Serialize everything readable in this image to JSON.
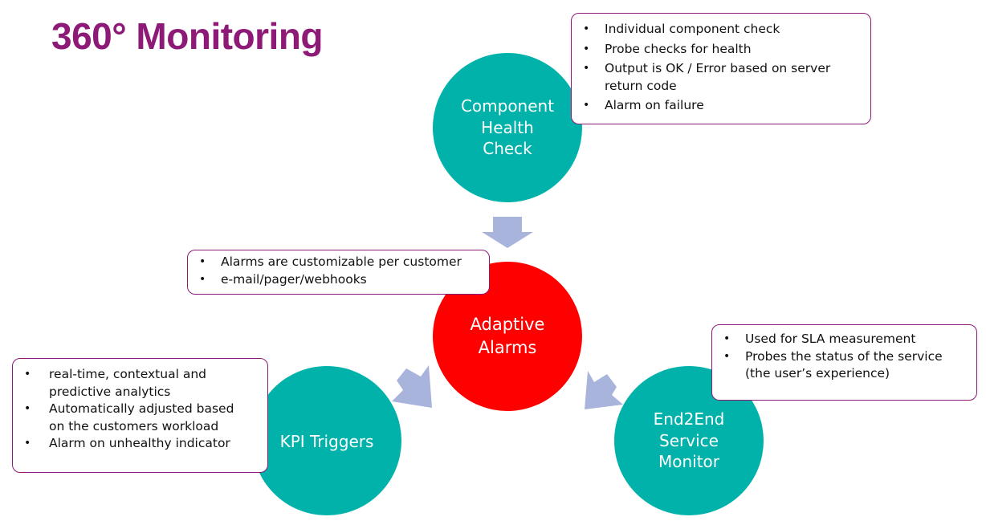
{
  "title": "360° Monitoring",
  "colors": {
    "title": "#8e1a78",
    "teal": "#00b2aa",
    "red": "#ff0000",
    "arrow": "#a9b4dc",
    "callout_border": "#8e1a78"
  },
  "nodes": {
    "component": {
      "label": "Component\nHealth\nCheck"
    },
    "adaptive": {
      "label": "Adaptive\nAlarms"
    },
    "kpi": {
      "label": "KPI Triggers"
    },
    "e2e": {
      "label": "End2End\nService\nMonitor"
    }
  },
  "callouts": {
    "component": {
      "items": [
        "Individual component check",
        "Probe checks for health",
        "Output is OK / Error based on server\nreturn code",
        "Alarm on failure"
      ]
    },
    "adaptive": {
      "items": [
        "Alarms are customizable per customer",
        "e-mail/pager/webhooks"
      ]
    },
    "kpi": {
      "items": [
        "real-time, contextual and\npredictive analytics",
        "Automatically adjusted based\non the customers workload",
        "Alarm on unhealthy indicator"
      ]
    },
    "e2e": {
      "items": [
        "Used for SLA measurement",
        "Probes the status of the service\n(the user’s experience)"
      ]
    }
  }
}
